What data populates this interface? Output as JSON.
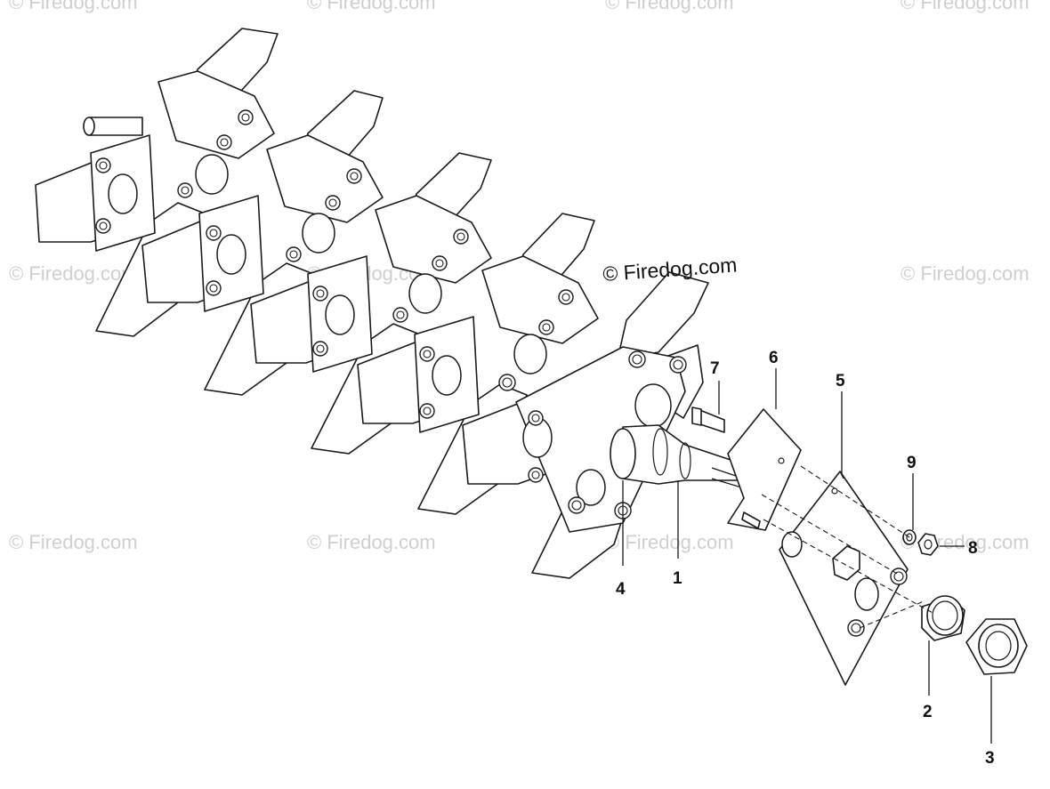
{
  "watermark_text": "© Firedog.com",
  "copyright_notice": "© Firedog.com",
  "callouts": [
    {
      "id": "1",
      "label": "1"
    },
    {
      "id": "2",
      "label": "2"
    },
    {
      "id": "3",
      "label": "3"
    },
    {
      "id": "4",
      "label": "4"
    },
    {
      "id": "5",
      "label": "5"
    },
    {
      "id": "6",
      "label": "6"
    },
    {
      "id": "7",
      "label": "7"
    },
    {
      "id": "8",
      "label": "8"
    },
    {
      "id": "9",
      "label": "9"
    }
  ],
  "colors": {
    "line": "#1a1a1a",
    "watermark": "#cfcfcf",
    "background": "#ffffff"
  }
}
